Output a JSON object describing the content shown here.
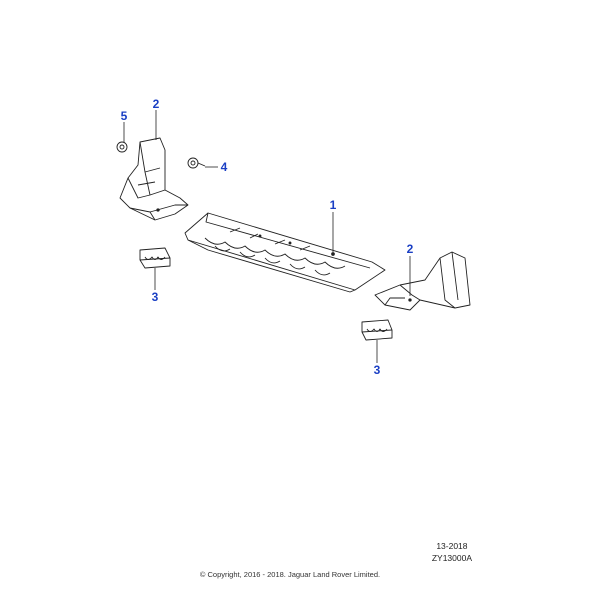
{
  "diagram": {
    "callout_color": "#1a3fc4",
    "line_color": "#222222",
    "callouts": [
      {
        "id": "c1",
        "label": "1"
      },
      {
        "id": "c2a",
        "label": "2"
      },
      {
        "id": "c2b",
        "label": "2"
      },
      {
        "id": "c3a",
        "label": "3"
      },
      {
        "id": "c3b",
        "label": "3"
      },
      {
        "id": "c4",
        "label": "4"
      },
      {
        "id": "c5",
        "label": "5"
      }
    ]
  },
  "footer": {
    "date_code": "13-2018",
    "illustration_ref": "ZY13000A",
    "copyright": "© Copyright, 2016 - 2018. Jaguar Land Rover Limited."
  }
}
